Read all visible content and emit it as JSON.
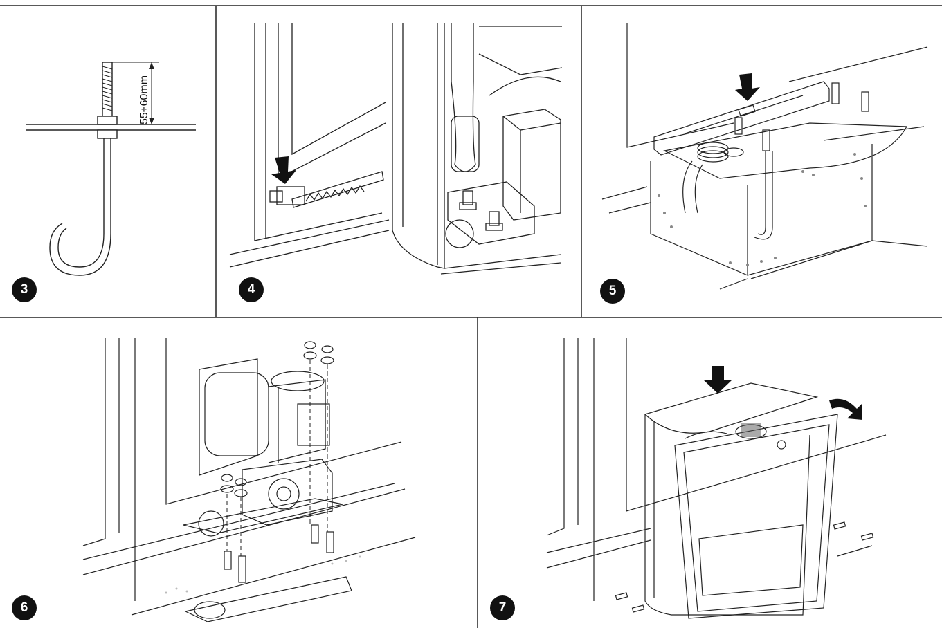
{
  "figures": [
    {
      "number": "3",
      "dimension_label": "55÷60mm"
    },
    {
      "number": "4"
    },
    {
      "number": "5"
    },
    {
      "number": "6"
    },
    {
      "number": "7"
    }
  ],
  "colors": {
    "line": "#222222",
    "badge": "#111111",
    "badge_text": "#ffffff",
    "shadow": "#bbbbbb"
  }
}
